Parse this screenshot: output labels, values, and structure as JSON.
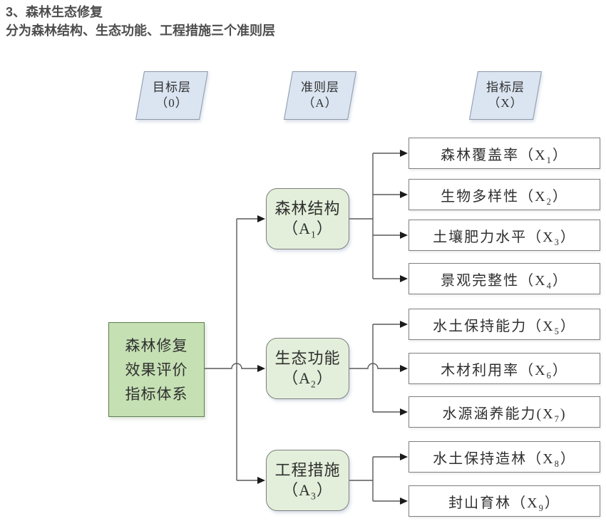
{
  "header": {
    "title": "3、森林生态修复",
    "subtitle": "分为森林结构、生态功能、工程措施三个准则层"
  },
  "colors": {
    "goal_fill": "#c5e0b3",
    "criteria_fill": "#e3efda",
    "layer_fill": "#dbe5f1",
    "indicator_fill": "#ffffff",
    "box_border": "#7f7f7f",
    "connector_line": "#595959",
    "arrowhead": "#1a1a1a",
    "title_text": "#4d4d4d"
  },
  "layer_labels": [
    {
      "line1": "目标层",
      "line2": "（0）"
    },
    {
      "line1": "准则层",
      "line2": "（A）"
    },
    {
      "line1": "指标层",
      "line2": "（X）"
    }
  ],
  "goal": {
    "text": "森林修复效果评价指标体系"
  },
  "criteria": [
    {
      "name": "森林结构",
      "code_prefix": "（A",
      "code_sub": "1",
      "code_suffix": "）"
    },
    {
      "name": "生态功能",
      "code_prefix": "（A",
      "code_sub": "2",
      "code_suffix": "）"
    },
    {
      "name": "工程措施",
      "code_prefix": "（A",
      "code_sub": "3",
      "code_suffix": "）"
    }
  ],
  "indicators": [
    {
      "prefix": "森林覆盖率（X",
      "sub": "1",
      "suffix": "）"
    },
    {
      "prefix": "生物多样性（X",
      "sub": "2",
      "suffix": "）"
    },
    {
      "prefix": "土壤肥力水平（X",
      "sub": "3",
      "suffix": "）"
    },
    {
      "prefix": "景观完整性（X",
      "sub": "4",
      "suffix": "）"
    },
    {
      "prefix": "水土保持能力（X",
      "sub": "5",
      "suffix": "）"
    },
    {
      "prefix": "木材利用率（X",
      "sub": "6",
      "suffix": "）"
    },
    {
      "prefix": "水源涵养能力(X",
      "sub": "7",
      "suffix": ")"
    },
    {
      "prefix": "水土保持造林（X",
      "sub": "8",
      "suffix": "）"
    },
    {
      "prefix": "封山育林（X",
      "sub": "9",
      "suffix": "）"
    }
  ]
}
